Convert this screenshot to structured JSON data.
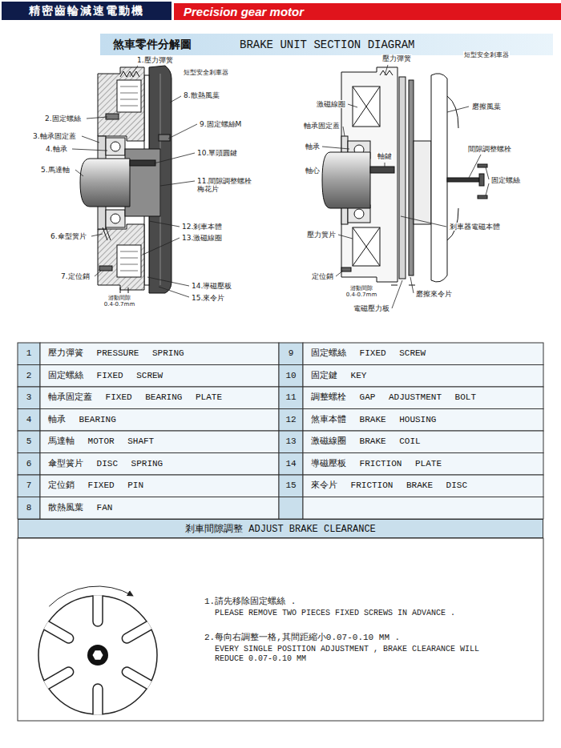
{
  "diagram": {
    "nodes": [
      {
        "text": [
          "精密齒輪減速電動機"
        ]
      },
      {
        "text": [
          "Precision gear motor"
        ]
      },
      {
        "text": [
          "煞車零件分解圖",
          "BRAKE UNIT SECTION DIAGRAM"
        ]
      },
      {
        "text": [
          "剎車間隙調整 ADJUST BRAKE CLEARANCE"
        ]
      }
    ],
    "labels": [
      "1.壓力彈簧",
      "短型安全剎車器",
      "8.散熱風葉",
      "2.固定螺絲",
      "9.固定螺絲M",
      "3.軸承固定蓋",
      "4.軸承",
      "10.單頭圓鍵",
      "5.馬達軸",
      "11.間隙調整螺栓 梅花片",
      "12.剎車本體",
      "6.傘型簧片",
      "13.激磁線圈",
      "7.定位銷",
      "游動間隙 0.4-0.7mm",
      "14.導磁壓板",
      "15.來令片",
      "壓力彈簧",
      "短型安全剎車器",
      "激磁線圈",
      "磨擦風葉",
      "軸承固定蓋",
      "間隙調整螺栓",
      "軸承",
      "軸鍵",
      "固定螺絲",
      "軸心",
      "剎車器電磁本體",
      "壓力簧片",
      "定位銷",
      "游動間隙 0.4-0.7mm",
      "磨擦來令片",
      "電磁壓力板",
      "1",
      "壓力彈簧 PRESSURE SPRING",
      "9",
      "固定螺絲 FIXED SCREW",
      "2",
      "固定螺絲 FIXED SCREW",
      "10",
      "固定鍵 KEY",
      "3",
      "軸承固定蓋 FIXED BEARING PLATE",
      "11",
      "調整螺栓 GAP ADJUSTMENT BOLT",
      "4",
      "軸承 BEARING",
      "12",
      "煞車本體 BRAKE HOUSING",
      "5",
      "馬達軸 MOTOR SHAFT",
      "13",
      "激磁線圈 BRAKE COIL",
      "6",
      "傘型簧片 DISC SPRING",
      "14",
      "導磁壓板 FRICTION PLATE",
      "7",
      "定位銷 FIXED PIN",
      "15",
      "來令片 FRICTION BRAKE DISC",
      "8",
      "散熱風葉 FAN",
      "1.請先移除固定螺絲 .",
      "PLEASE REMOVE TWO PIECES FIXED SCREWS IN ADVANCE .",
      "2.每向右調整一格,其間距縮小0.07-0.10 MM .",
      "EVERY SINGLE POSITION ADJUSTMENT , BRAKE CLEARANCE WILL REDUCE 0.07-0.10 MM"
    ]
  }
}
